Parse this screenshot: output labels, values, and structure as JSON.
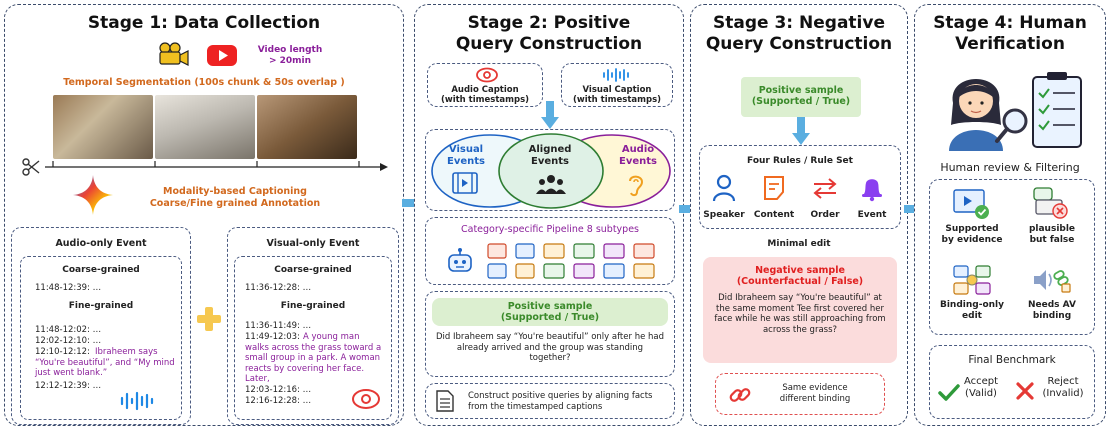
{
  "stage1": {
    "title": "Stage 1: Data Collection",
    "video_length": "Video length\n> 20min",
    "segmentation": "Temporal Segmentation (100s chunk & 50s overlap )",
    "captioning_line1": "Modality-based Captioning",
    "captioning_line2": "Coarse/Fine grained Annotation",
    "audio_event": {
      "title": "Audio-only Event",
      "coarse_label": "Coarse-grained",
      "coarse_row": "11:48-12:39: …",
      "fine_label": "Fine-grained",
      "fine_rows": [
        "11:48-12:02: …",
        "12:02-12:10: …"
      ],
      "highlight_time": "12:10-12:12:",
      "highlight_text": "Ibraheem says “You're beautiful”, and “My mind just went blank.”",
      "last_row": "12:12-12:39: …"
    },
    "visual_event": {
      "title": "Visual-only Event",
      "coarse_label": "Coarse-grained",
      "coarse_row": "11:36-12:28: …",
      "fine_label": "Fine-grained",
      "fine_row1": "11:36-11:49: …",
      "highlight_time": "11:49-12:03:",
      "highlight_text": "A young man walks across the grass toward a small group in a park. A woman reacts by covering her face. Later,",
      "rows": [
        "12:03-12:16: …",
        "12:16-12:28: …"
      ]
    }
  },
  "stage2": {
    "title_line1": "Stage 2: Positive",
    "title_line2": "Query Construction",
    "audio_caption": "Audio Caption\n(with timestamps)",
    "visual_caption": "Visual Caption\n(with timestamps)",
    "visual_events": "Visual\nEvents",
    "aligned_events": "Aligned\nEvents",
    "audio_events": "Audio\nEvents",
    "pipeline_title": "Category-specific Pipeline 8 subtypes",
    "positive_title": "Positive sample\n(Supported / True)",
    "positive_text": "Did Ibraheem say “You're beautiful” only after he had already arrived and the group was standing together?",
    "construct_text": "Construct positive queries by aligning facts from the timestamped captions"
  },
  "stage3": {
    "title_line1": "Stage 3: Negative",
    "title_line2": "Query Construction",
    "positive_title": "Positive sample\n(Supported / True)",
    "rules_title": "Four Rules / Rule Set",
    "rules": [
      "Speaker",
      "Content",
      "Order",
      "Event"
    ],
    "minimal_edit": "Minimal edit",
    "negative_title": "Negative sample\n(Counterfactual / False)",
    "negative_text": "Did Ibraheem say “You're beautiful” at the same moment Tee first covered her face while he was still approaching from across the grass?",
    "binding_text": "Same evidence\ndifferent binding"
  },
  "stage4": {
    "title_line1": "Stage 4: Human",
    "title_line2": "Verification",
    "review_title": "Human review & Filtering",
    "items": [
      "Supported\nby evidence",
      "plausible\nbut false",
      "Binding-only\nedit",
      "Needs AV\nbinding"
    ],
    "final_title": "Final Benchmark",
    "accept": "Accept\n(Valid)",
    "reject": "Reject\n(Invalid)"
  },
  "colors": {
    "orange": "#d2691e",
    "purple": "#8a1f9a",
    "green_bg": "#dcefd0",
    "red_bg": "#fbdcdc",
    "arrow": "#5aaee0"
  }
}
